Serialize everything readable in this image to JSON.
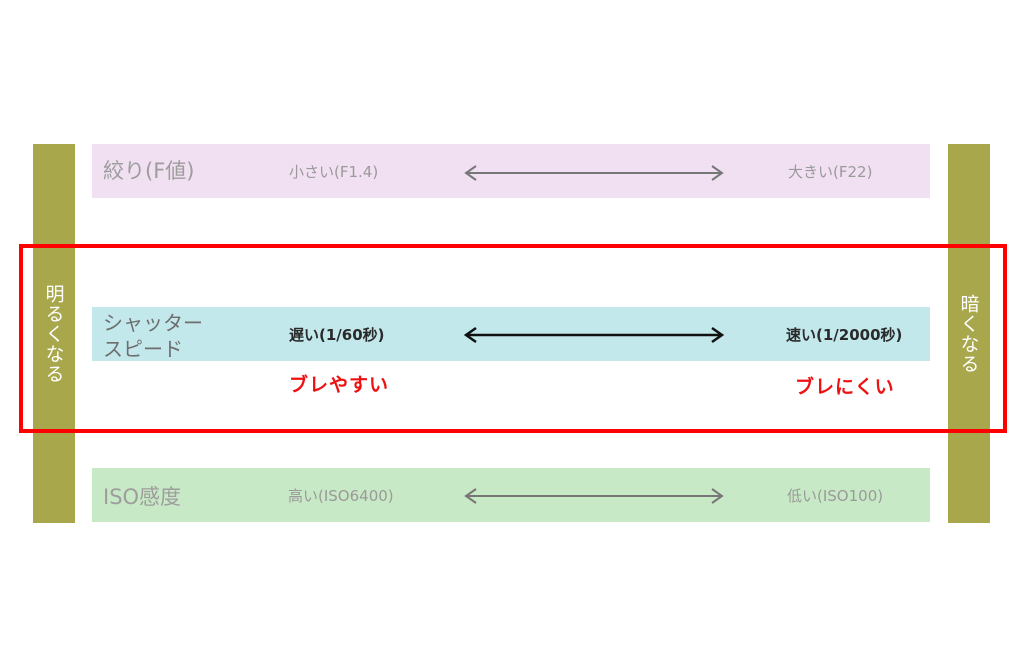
{
  "side_left": "明るくなる",
  "side_right": "暗くなる",
  "rows": {
    "aperture": {
      "title": "絞り(F値)",
      "low": "小さい(F1.4)",
      "high": "大きい(F22)"
    },
    "shutter": {
      "title_line1": "シャッター",
      "title_line2": "スピード",
      "low": "遅い(1/60秒)",
      "high": "速い(1/2000秒)",
      "low_note": "ブレやすい",
      "high_note": "ブレにくい"
    },
    "iso": {
      "title": "ISO感度",
      "low": "高い(ISO6400)",
      "high": "低い(ISO100)"
    }
  },
  "colors": {
    "side_bar": "#a9a74b",
    "aperture_band": "#f1e0f1",
    "shutter_band": "#c2e8ec",
    "iso_band": "#c8e9c5",
    "highlight": "#ff0000",
    "note_text": "#ee1111"
  }
}
